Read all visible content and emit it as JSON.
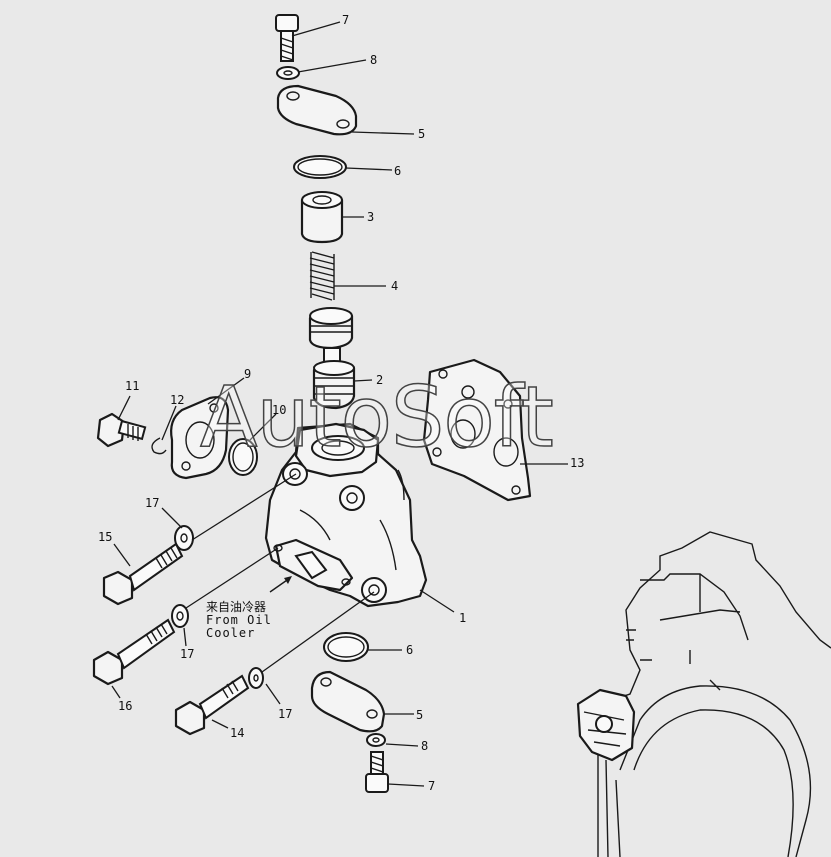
{
  "watermark": "AutoSoft",
  "flow_note": {
    "cn": "来自油冷器",
    "en_line1": "From Oil",
    "en_line2": "Cooler"
  },
  "callouts": {
    "c7_top": "7",
    "c8_top": "8",
    "c5_top": "5",
    "c6_top": "6",
    "c3": "3",
    "c4": "4",
    "c2": "2",
    "c9": "9",
    "c10": "10",
    "c11": "11",
    "c12": "12",
    "c13": "13",
    "c17_a": "17",
    "c15": "15",
    "c17_b": "17",
    "c16": "16",
    "c1": "1",
    "c6_bottom": "6",
    "c5_bottom": "5",
    "c17_c": "17",
    "c14": "14",
    "c8_bottom": "8",
    "c7_bottom": "7"
  }
}
